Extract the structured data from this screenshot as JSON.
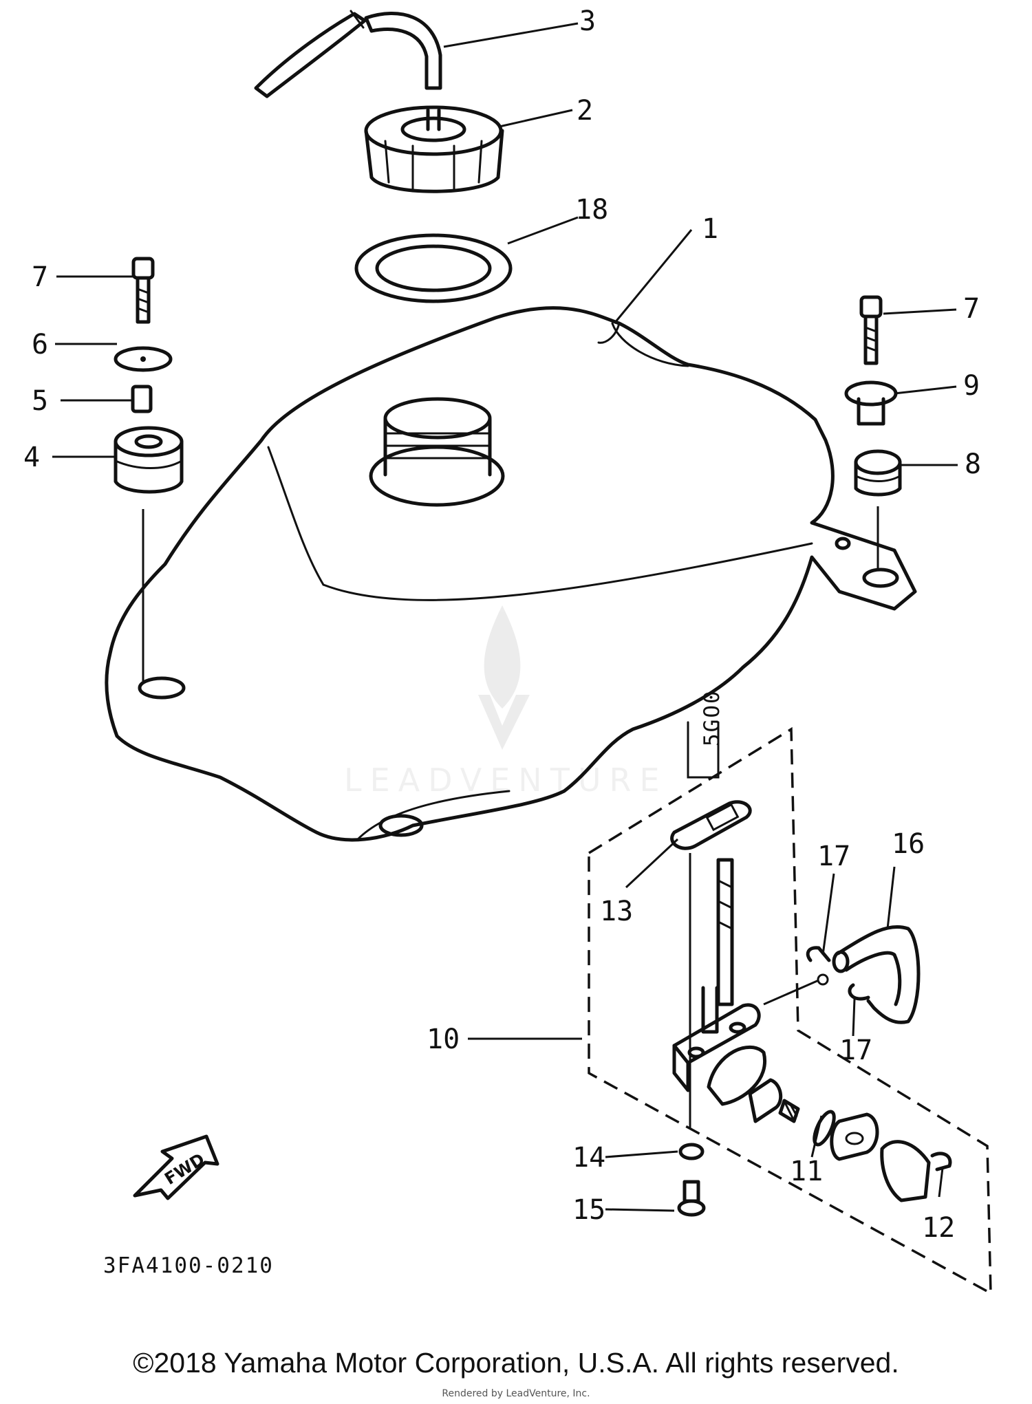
{
  "diagram": {
    "title": "",
    "drawing_code": "3FA4100-0210",
    "direction_label": "FWD",
    "callouts": [
      "1",
      "2",
      "3",
      "4",
      "5",
      "6",
      "7",
      "7",
      "8",
      "9",
      "10",
      "11",
      "12",
      "13",
      "14",
      "15",
      "16",
      "17",
      "17",
      "18"
    ],
    "stamp_text": "5GO0"
  },
  "watermark": {
    "text": "LEADVENTURE"
  },
  "footer": {
    "copyright": "©2018 Yamaha Motor Corporation, U.S.A. All rights reserved.",
    "rendered_by": "Rendered by LeadVenture, Inc."
  }
}
